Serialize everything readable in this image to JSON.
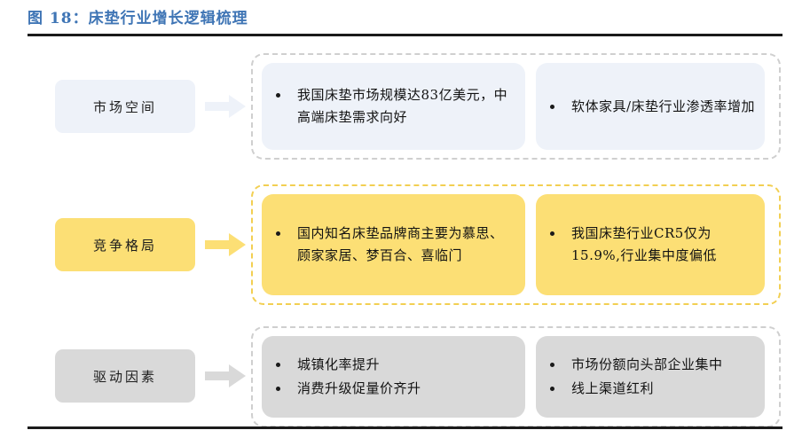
{
  "figure": {
    "title": "图 18：床垫行业增长逻辑梳理",
    "title_color": "#3f75b5"
  },
  "colors": {
    "blue_fill": "#eef2f9",
    "gold_fill": "#fcdf75",
    "grey_fill": "#d9d9d9",
    "grey_dash": "#cfcfcf",
    "gold_dash": "#f2cf52",
    "rule": "#1b1b1b"
  },
  "rows": [
    {
      "category": "市场空间",
      "chip_style": "blue",
      "arrow_style": "blue",
      "group_style": "grey-dash",
      "cards": [
        {
          "style": "blue",
          "bullets": [
            "我国床垫市场规模达83亿美元，中高端床垫需求向好"
          ]
        },
        {
          "style": "blue",
          "bullets": [
            "软体家具/床垫行业渗透率增加"
          ]
        }
      ]
    },
    {
      "category": "竞争格局",
      "chip_style": "gold",
      "arrow_style": "gold",
      "group_style": "gold-dash",
      "cards": [
        {
          "style": "gold",
          "bullets": [
            "国内知名床垫品牌商主要为慕思、顾家家居、梦百合、喜临门"
          ]
        },
        {
          "style": "gold",
          "bullets": [
            "我国床垫行业CR5仅为15.9%,行业集中度偏低"
          ]
        }
      ]
    },
    {
      "category": "驱动因素",
      "chip_style": "grey",
      "arrow_style": "grey",
      "group_style": "grey-dash",
      "cards": [
        {
          "style": "grey",
          "bullets": [
            "城镇化率提升",
            "消费升级促量价齐升"
          ]
        },
        {
          "style": "grey",
          "bullets": [
            "市场份额向头部企业集中",
            "线上渠道红利"
          ]
        }
      ]
    }
  ]
}
